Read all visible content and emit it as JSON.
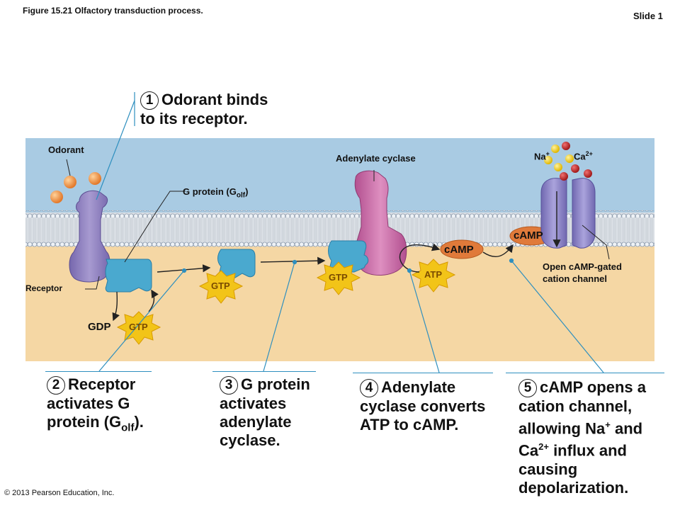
{
  "header": {
    "figure_title": "Figure 15.21  Olfactory transduction process.",
    "slide_label": "Slide 1"
  },
  "labels": {
    "odorant": "Odorant",
    "receptor": "Receptor",
    "gdp": "GDP",
    "g_protein_prefix": "G protein (G",
    "g_protein_sub": "olf",
    "g_protein_suffix": ")",
    "adenylate_cyclase": "Adenylate cyclase",
    "camp_1": "cAMP",
    "camp_2": "cAMP",
    "na": "Na",
    "na_sup": "+",
    "ca": "Ca",
    "ca_sup": "2+",
    "channel_line1": "Open cAMP-gated",
    "channel_line2": "cation channel"
  },
  "badges": {
    "gtp_free": "GTP",
    "gtp_bound": "GTP",
    "gtp_cyclase": "GTP",
    "atp": "ATP"
  },
  "steps": [
    {
      "num": "1",
      "line1": "Odorant binds",
      "line2": "to its receptor."
    },
    {
      "num": "2",
      "line1": "Receptor",
      "line2": "activates G",
      "line3_prefix": "protein (G",
      "line3_sub": "olf",
      "line3_suffix": ")."
    },
    {
      "num": "3",
      "line1": "G protein",
      "line2": "activates",
      "line3": "adenylate",
      "line4": "cyclase."
    },
    {
      "num": "4",
      "line1": "Adenylate",
      "line2": "cyclase converts",
      "line3": "ATP to cAMP."
    },
    {
      "num": "5",
      "line1": "cAMP opens a",
      "line2": "cation channel,",
      "line3_prefix": "allowing Na",
      "line3_sup": "+",
      "line3_suffix": " and",
      "line4_prefix": "Ca",
      "line4_sup": "2+",
      "line4_suffix": " influx and",
      "line5": "causing",
      "line6": "depolarization."
    }
  ],
  "copyright": "© 2013 Pearson Education, Inc.",
  "colors": {
    "extracellular": "#a9cbe3",
    "cytoplasm": "#f5d7a4",
    "receptor": "#8e80bd",
    "g_protein": "#4aa9cf",
    "adenylate_cyclase": "#c96aa6",
    "channel": "#8f87c8",
    "camp": "#e07a3a",
    "gtp_star": "#f2c418",
    "leader_line": "#2e8fbf"
  }
}
